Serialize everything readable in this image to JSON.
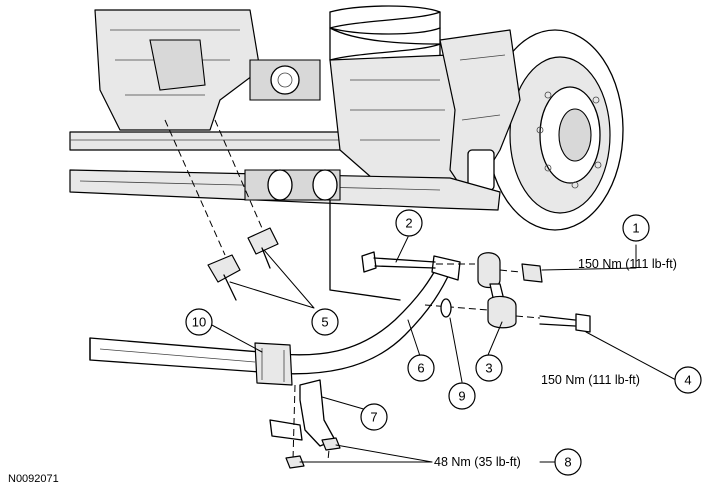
{
  "figure_id": "N0092071",
  "callouts": [
    {
      "number": "1"
    },
    {
      "number": "2"
    },
    {
      "number": "3"
    },
    {
      "number": "4"
    },
    {
      "number": "5"
    },
    {
      "number": "6"
    },
    {
      "number": "7"
    },
    {
      "number": "8"
    },
    {
      "number": "9"
    },
    {
      "number": "10"
    }
  ],
  "torque_specs": [
    {
      "callout": "1",
      "text": "150 Nm (111 lb-ft)"
    },
    {
      "callout": "4",
      "text": "150 Nm (111 lb-ft)"
    },
    {
      "callout": "8",
      "text": "48 Nm (35 lb-ft)"
    }
  ]
}
